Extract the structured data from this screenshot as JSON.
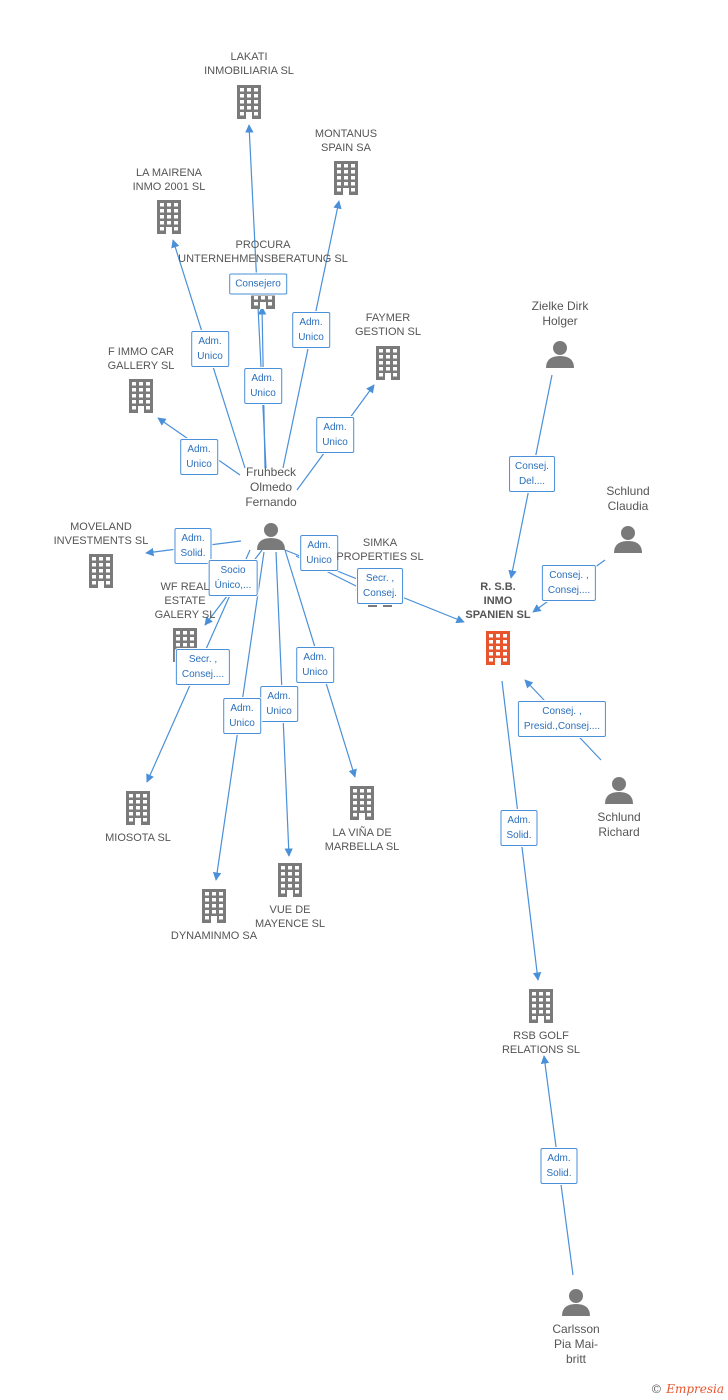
{
  "colors": {
    "edge": "#4a90d9",
    "node": "#7a7a7a",
    "focus": "#e8542c",
    "label_text": "#2a6fbd"
  },
  "nodes": [
    {
      "id": "lakati",
      "type": "company",
      "lines": [
        "LAKATI",
        "INMOBILIARIA SL"
      ]
    },
    {
      "id": "montanus",
      "type": "company",
      "lines": [
        "MONTANUS",
        "SPAIN SA"
      ]
    },
    {
      "id": "mairena",
      "type": "company",
      "lines": [
        "LA MAIRENA",
        "INMO 2001  SL"
      ]
    },
    {
      "id": "procura",
      "type": "company",
      "lines": [
        "PROCURA",
        "UNTERNEHMENSBERATUNG SL"
      ]
    },
    {
      "id": "faymer",
      "type": "company",
      "lines": [
        "FAYMER",
        "GESTION  SL"
      ]
    },
    {
      "id": "fimmo",
      "type": "company",
      "lines": [
        "F IMMO CAR",
        "GALLERY  SL"
      ]
    },
    {
      "id": "moveland",
      "type": "company",
      "lines": [
        "MOVELAND",
        "INVESTMENTS SL"
      ]
    },
    {
      "id": "simka",
      "type": "company",
      "lines": [
        "SIMKA",
        "PROPERTIES SL"
      ]
    },
    {
      "id": "wfreal",
      "type": "company",
      "lines": [
        "WF REAL",
        "ESTATE",
        "GALERY SL"
      ]
    },
    {
      "id": "miosota",
      "type": "company",
      "lines": [
        "MIOSOTA SL"
      ]
    },
    {
      "id": "lavina",
      "type": "company",
      "lines": [
        "LA VIÑA DE",
        "MARBELLA SL"
      ]
    },
    {
      "id": "vuede",
      "type": "company",
      "lines": [
        "VUE DE",
        "MAYENCE SL"
      ]
    },
    {
      "id": "dynaminmo",
      "type": "company",
      "lines": [
        "DYNAMINMO SA"
      ]
    },
    {
      "id": "rsb",
      "type": "company",
      "focus": true,
      "lines": [
        "R. S.B.",
        "INMO",
        "SPANIEN SL"
      ]
    },
    {
      "id": "rsbgolf",
      "type": "company",
      "lines": [
        "RSB GOLF",
        "RELATIONS  SL"
      ]
    },
    {
      "id": "fruhbeck",
      "type": "person",
      "lines": [
        "Fruhbeck",
        "Olmedo",
        "Fernando"
      ]
    },
    {
      "id": "zielke",
      "type": "person",
      "lines": [
        "Zielke Dirk",
        "Holger"
      ]
    },
    {
      "id": "claudia",
      "type": "person",
      "lines": [
        "Schlund",
        "Claudia"
      ]
    },
    {
      "id": "richard",
      "type": "person",
      "lines": [
        "Schlund",
        "Richard"
      ]
    },
    {
      "id": "carlsson",
      "type": "person",
      "lines": [
        "Carlsson",
        "Pia Mai-",
        "britt"
      ]
    }
  ],
  "edges": [
    {
      "id": "e-lakati",
      "lines": [
        "Adm.",
        "Unico"
      ]
    },
    {
      "id": "e-procura",
      "lines": [
        "Consejero"
      ]
    },
    {
      "id": "e-mairena",
      "lines": [
        "Adm.",
        "Unico"
      ]
    },
    {
      "id": "e-montanus",
      "lines": [
        "Adm.",
        "Unico"
      ]
    },
    {
      "id": "e-faymer",
      "lines": [
        "Adm.",
        "Unico"
      ]
    },
    {
      "id": "e-fimmo",
      "lines": [
        "Adm.",
        "Unico"
      ]
    },
    {
      "id": "e-moveland",
      "lines": [
        "Adm.",
        "Solid."
      ]
    },
    {
      "id": "e-simka",
      "lines": [
        "Adm.",
        "Unico"
      ]
    },
    {
      "id": "e-wfreal",
      "lines": [
        "Socio",
        "Único,..."
      ]
    },
    {
      "id": "e-rsb-fr",
      "lines": [
        "Secr. ,",
        "Consej."
      ]
    },
    {
      "id": "e-miosota",
      "lines": [
        "Secr. ,",
        "Consej...."
      ]
    },
    {
      "id": "e-lavina",
      "lines": [
        "Adm.",
        "Unico"
      ]
    },
    {
      "id": "e-vuede",
      "lines": [
        "Adm.",
        "Unico"
      ]
    },
    {
      "id": "e-dynaminmo",
      "lines": [
        "Adm.",
        "Unico"
      ]
    },
    {
      "id": "e-zielke",
      "lines": [
        "Consej.",
        "Del...."
      ]
    },
    {
      "id": "e-claudia",
      "lines": [
        "Consej. ,",
        "Consej...."
      ]
    },
    {
      "id": "e-richard",
      "lines": [
        "Consej. ,",
        "Presid.,Consej...."
      ]
    },
    {
      "id": "e-rsbgolf",
      "lines": [
        "Adm.",
        "Solid."
      ]
    },
    {
      "id": "e-carlsson",
      "lines": [
        "Adm.",
        "Solid."
      ]
    }
  ],
  "footer": {
    "copyright": "©",
    "brand": "Empresia"
  }
}
